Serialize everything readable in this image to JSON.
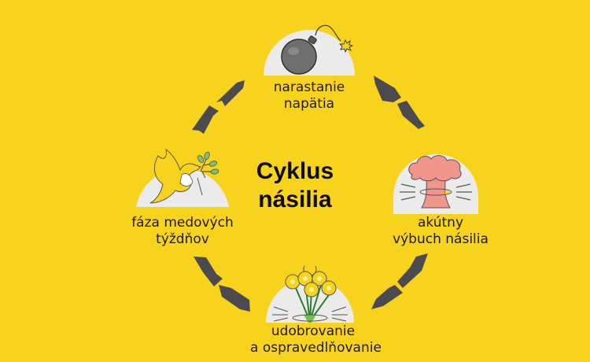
{
  "title": {
    "line1": "Cyklus",
    "line2": "násilia"
  },
  "colors": {
    "background": "#F8D31E",
    "dome": "#EBEBEB",
    "arrow": "#4B4B4F",
    "text": "#1B1B1B"
  },
  "stages": [
    {
      "id": "top",
      "icon": "bomb-icon",
      "line1": "narastanie",
      "line2": "napätia"
    },
    {
      "id": "right",
      "icon": "mushroom-cloud-icon",
      "line1": "akútny",
      "line2": "výbuch násilia"
    },
    {
      "id": "bottom",
      "icon": "flower-bouquet-icon",
      "line1": "udobrovanie",
      "line2": "a ospravedlňovanie"
    },
    {
      "id": "left",
      "icon": "dove-icon",
      "line1": "fáza medových",
      "line2": "týždňov"
    }
  ]
}
